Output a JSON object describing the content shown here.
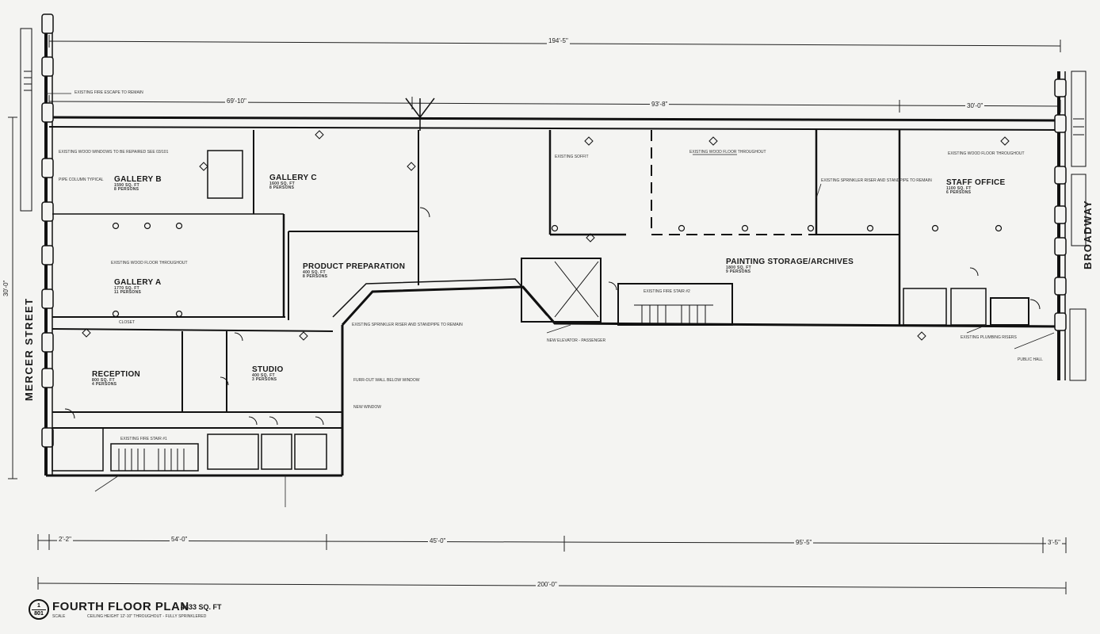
{
  "plan": {
    "title": "FOURTH FLOOR PLAN",
    "area": "4433 SQ. FT",
    "subtitle": "CEILING HEIGHT 12'-10\" THROUGHOUT - FULLY SPRINKLERED",
    "scale_note": "SCALE",
    "drawing_number": "1",
    "sheet": "801"
  },
  "streets": {
    "left": "MERCER STREET",
    "right": "BROADWAY"
  },
  "rooms": {
    "gallery_a": {
      "name": "GALLERY A",
      "size": "1770 SQ. FT",
      "occupancy": "11 PERSONS"
    },
    "gallery_b": {
      "name": "GALLERY B",
      "size": "1590 SQ. FT",
      "occupancy": "8 PERSONS"
    },
    "gallery_c": {
      "name": "GALLERY C",
      "size": "1600 SQ. FT",
      "occupancy": "8 PERSONS"
    },
    "reception": {
      "name": "RECEPTION",
      "size": "800 SQ. FT",
      "occupancy": "4 PERSONS"
    },
    "studio": {
      "name": "STUDIO",
      "size": "400 SQ. FT",
      "occupancy": "3 PERSONS"
    },
    "product_prep": {
      "name": "PRODUCT PREPARATION",
      "size": "400 SQ. FT",
      "occupancy": "8 PERSONS"
    },
    "painting_storage": {
      "name": "PAINTING STORAGE/ARCHIVES",
      "size": "1800 SQ. FT",
      "occupancy": "9 PERSONS"
    },
    "staff_office": {
      "name": "STAFF OFFICE",
      "size": "1100 SQ. FT",
      "occupancy": "6 PERSONS"
    },
    "fire_stair_1": {
      "name": "EXISTING FIRE STAIR #1"
    },
    "fire_stair_2": {
      "name": "EXISTING FIRE STAIR #2"
    },
    "public_hall": {
      "name": "PUBLIC HALL"
    }
  },
  "notes": {
    "facade": "EXISTING FIRE ESCAPE TO REMAIN",
    "windows": "EXISTING WOOD WINDOWS TO BE REPAIRED SEE 03/101",
    "pipe_column": "PIPE COLUMN TYPICAL",
    "wood_floor": "EXISTING WOOD FLOOR THROUGHOUT",
    "sprinkler": "EXISTING SPRINKLER RISER AND STANDPIPE TO REMAIN",
    "soffit": "EXISTING SOFFIT",
    "furr_out": "FURR-OUT WALL BELOW WINDOW",
    "new_window": "NEW WINDOW",
    "elevator": "NEW ELEVATOR - PASSENGER",
    "existing_plumbing": "EXISTING PLUMBING RISERS",
    "closet": "CLOSET"
  },
  "dimensions": {
    "overall_top": "194'-5\"",
    "top_1": "69'-10\"",
    "top_2": "93'-8\"",
    "top_3": "30'-0\"",
    "bottom_1": "2'-2\"",
    "bottom_2": "54'-0\"",
    "bottom_3": "45'-0\"",
    "bottom_4": "95'-5\"",
    "bottom_5": "3'-5\"",
    "overall_bottom": "200'-0\"",
    "side": "30'-0\""
  }
}
